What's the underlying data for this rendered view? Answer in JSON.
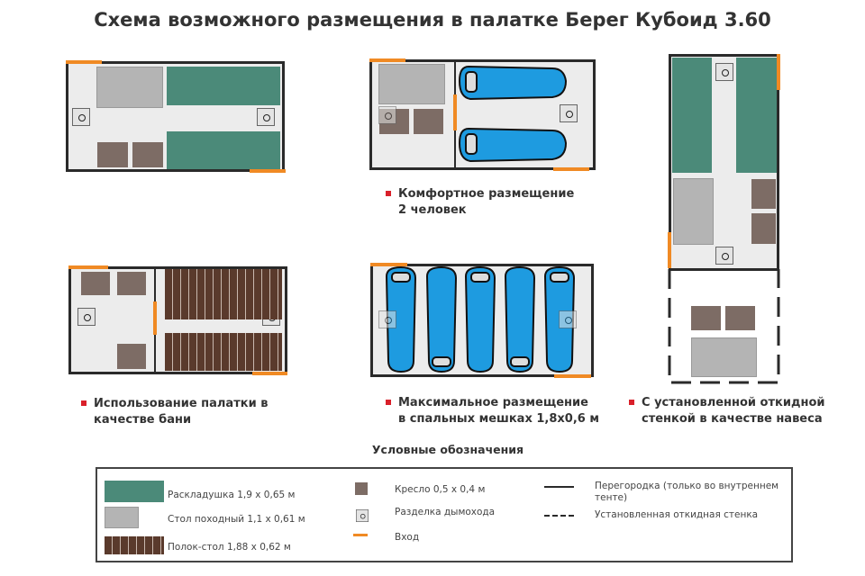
{
  "title": "Схема возможного размещения в палатке Берег Кубоид 3.60",
  "captions": {
    "comfort": [
      "Комфортное размещение",
      "2 человек"
    ],
    "bath": [
      "Использование палатки в",
      "качестве бани"
    ],
    "max": [
      "Максимальное размещение",
      "в спальных мешках 1,8х0,6 м"
    ],
    "awning": [
      "С установленной откидной",
      "стенкой в качестве навеса"
    ]
  },
  "legend": {
    "title": "Условные обозначения",
    "items": {
      "cot": "Раскладушка 1,9 х 0,65 м",
      "table": "Стол походный 1,1 х 0,61 м",
      "shelf": "Полок-стол 1,88 х 0,62 м",
      "chair": "Кресло 0,5 х 0,4 м",
      "chimney": "Разделка дымохода",
      "entrance": "Вход",
      "partition": "Перегородка (только во внутреннем тенте)",
      "wall": "Установленная откидная стенка"
    }
  },
  "colors": {
    "cot": "#4b8a79",
    "table": "#b4b4b4",
    "chair": "#7d6c65",
    "entrance": "#f08a24",
    "bag": "#1e9be0",
    "bullet": "#d9202a"
  }
}
